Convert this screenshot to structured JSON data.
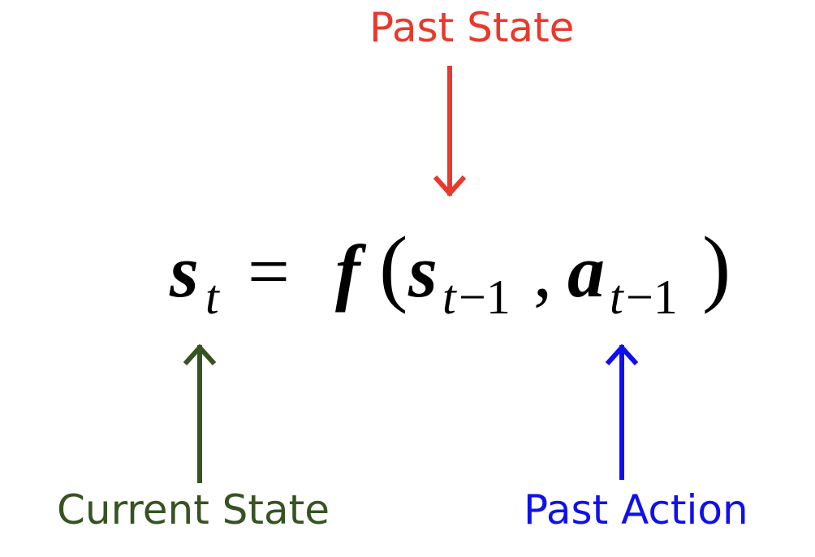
{
  "labels": {
    "past_state": "Past State",
    "current_state": "Current State",
    "past_action": "Past Action"
  },
  "equation": {
    "lhs_var": "s",
    "lhs_sub": "t",
    "equals": "=",
    "func": "f",
    "open_paren": "(",
    "arg1_var": "s",
    "arg1_sub_t": "t",
    "arg1_sub_rest": "−1",
    "comma": ",",
    "arg2_var": "a",
    "arg2_sub_t": "t",
    "arg2_sub_rest": "−1",
    "close_paren": ")"
  },
  "colors": {
    "past_state": "#e8392d",
    "current_state": "#375321",
    "past_action": "#1010ee",
    "equation": "#000000"
  },
  "arrows": [
    {
      "name": "past-state-arrow",
      "direction": "down",
      "color": "#e8392d"
    },
    {
      "name": "current-state-arrow",
      "direction": "up",
      "color": "#375321"
    },
    {
      "name": "past-action-arrow",
      "direction": "up",
      "color": "#1010ee"
    }
  ]
}
